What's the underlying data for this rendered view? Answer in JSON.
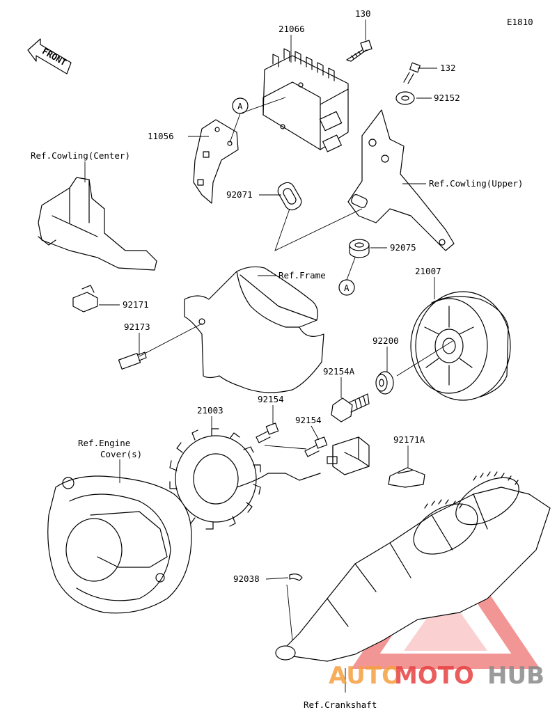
{
  "code": "E1810",
  "front": "FRONT",
  "callout": "A",
  "labels": {
    "p21066": "21066",
    "p130": "130",
    "p132": "132",
    "p92152": "92152",
    "p11056": "11056",
    "refCowlingCenter": "Ref.Cowling(Center)",
    "p92071": "92071",
    "refCowlingUpper": "Ref.Cowling(Upper)",
    "p92075": "92075",
    "refFrame": "Ref.Frame",
    "p21007": "21007",
    "p92171": "92171",
    "p92173": "92173",
    "p92200": "92200",
    "p92154A": "92154A",
    "p92154a": "92154",
    "p92154b": "92154",
    "p21003": "21003",
    "refEngineCover1": "Ref.Engine",
    "refEngineCover2": "Cover(s)",
    "p92171A": "92171A",
    "p92038": "92038",
    "refCrankshaft": "Ref.Crankshaft"
  },
  "watermark": {
    "auto": "AUTO",
    "moto": "MOTO",
    "hub": "HUB",
    "color_orange": "#f5a040",
    "color_red": "#e84040",
    "color_gray": "#8a8a8a"
  }
}
